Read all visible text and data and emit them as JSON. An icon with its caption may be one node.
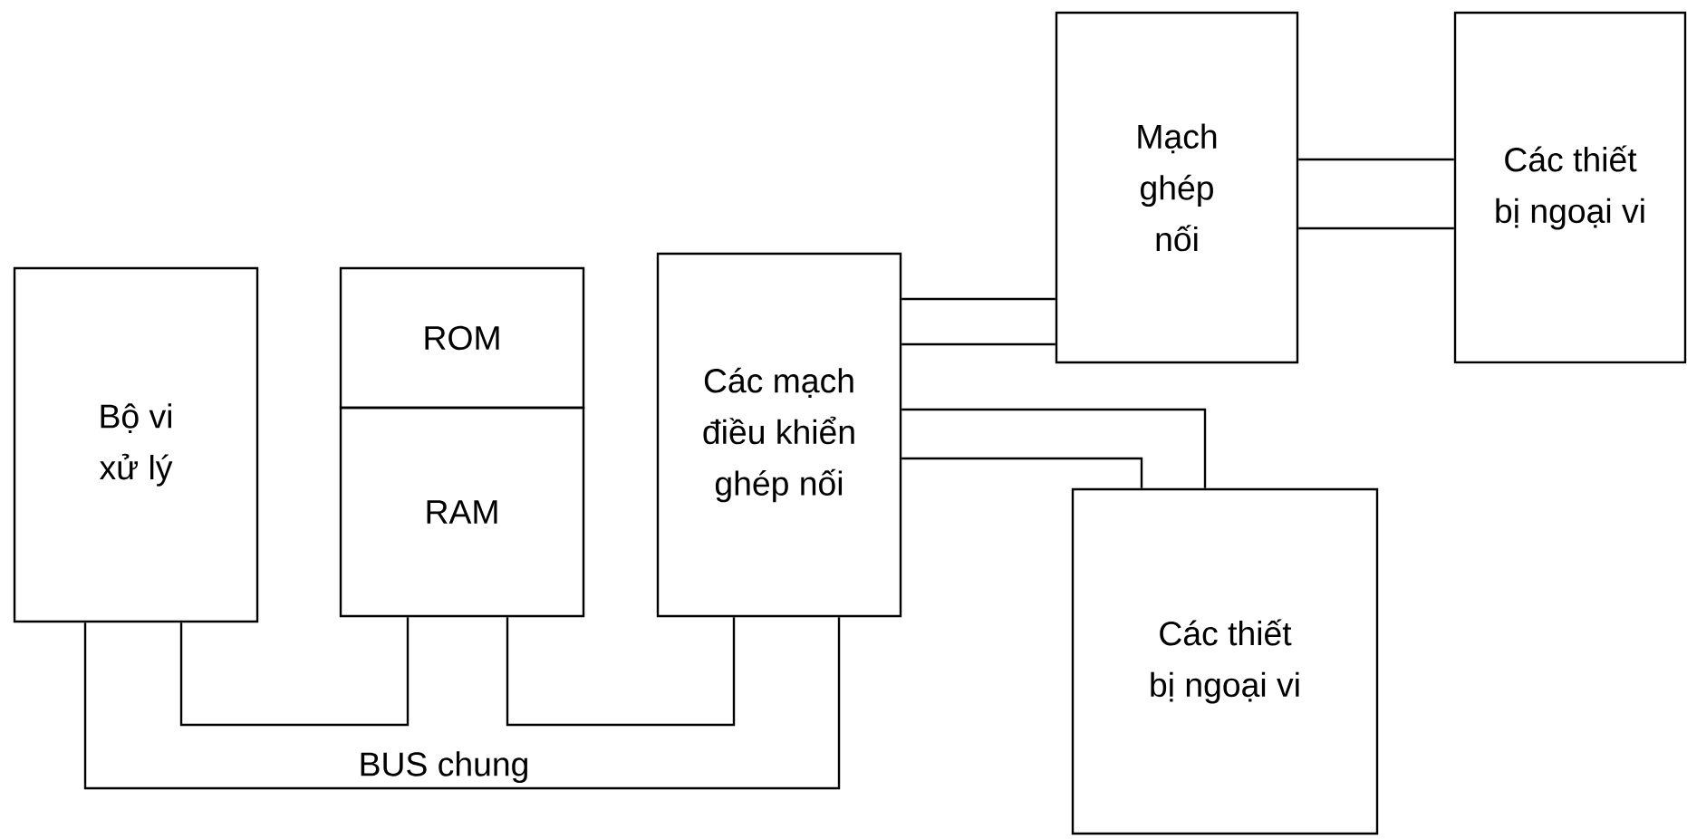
{
  "diagram": {
    "nodes": [
      {
        "text": [
          "Bộ vi xử lý"
        ]
      },
      {
        "text": [
          "ROM"
        ]
      },
      {
        "text": [
          "RAM"
        ]
      },
      {
        "text": [
          "Các mạch điều khiển ghép nối"
        ]
      },
      {
        "text": [
          "Mạch ghép nối"
        ]
      },
      {
        "text": [
          "Các thiết bị ngoại vi"
        ]
      },
      {
        "text": [
          "Các thiết bị ngoại vi"
        ]
      }
    ],
    "edges": [
      {
        "from": 0,
        "to": 2,
        "arrow": "none"
      },
      {
        "from": 2,
        "to": 3,
        "arrow": "none"
      },
      {
        "from": 0,
        "to": 3,
        "arrow": "none",
        "label": "BUS chung"
      },
      {
        "from": 3,
        "to": 4,
        "arrow": "none"
      },
      {
        "from": 4,
        "to": 5,
        "arrow": "none"
      },
      {
        "from": 3,
        "to": 6,
        "arrow": "none"
      }
    ]
  }
}
